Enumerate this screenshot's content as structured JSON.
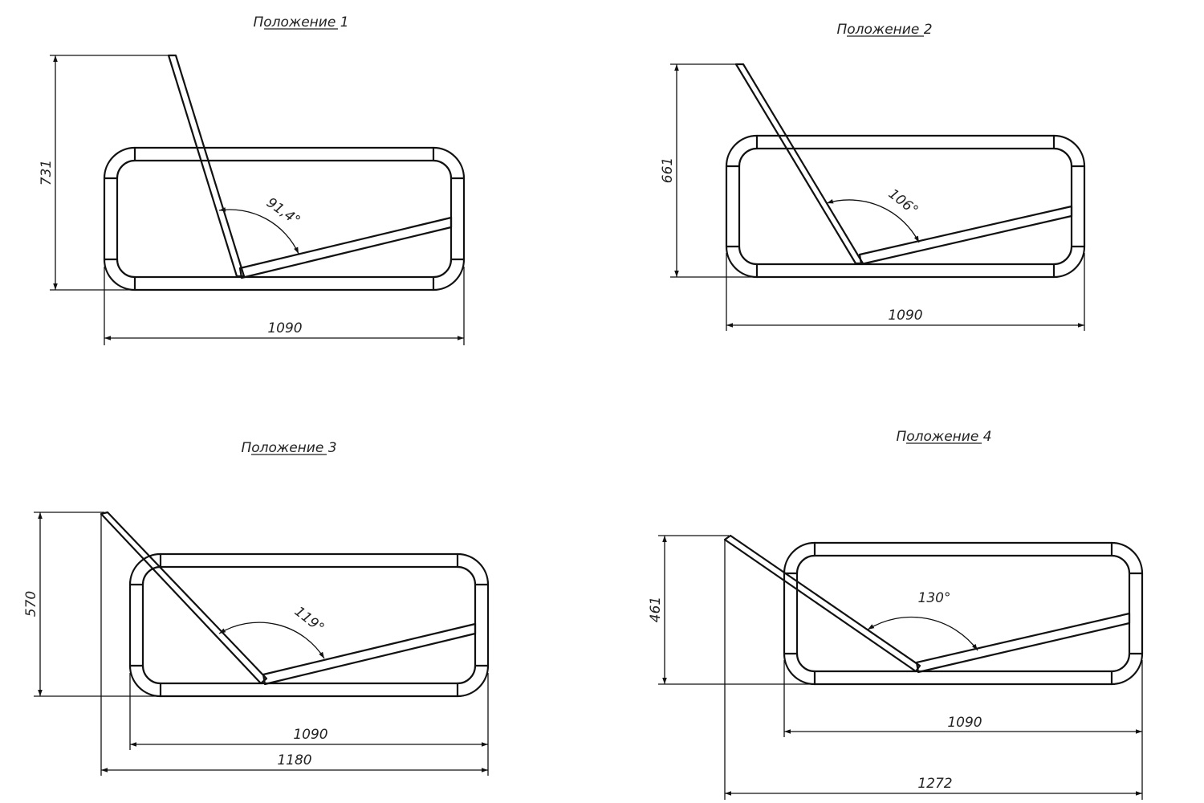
{
  "positions": [
    {
      "title": "Положение 1",
      "height_label": "731",
      "width_label": "1090",
      "angle_label": "91,4°"
    },
    {
      "title": "Положение 2",
      "height_label": "661",
      "width_label": "1090",
      "angle_label": "106°"
    },
    {
      "title": "Положение 3",
      "height_label": "570",
      "width_label": "1090",
      "overall_label": "1180",
      "angle_label": "119°"
    },
    {
      "title": "Положение 4",
      "height_label": "461",
      "width_label": "1090",
      "overall_label": "1272",
      "angle_label": "130°"
    }
  ],
  "colors": {
    "line": "#111111",
    "background": "#ffffff"
  }
}
